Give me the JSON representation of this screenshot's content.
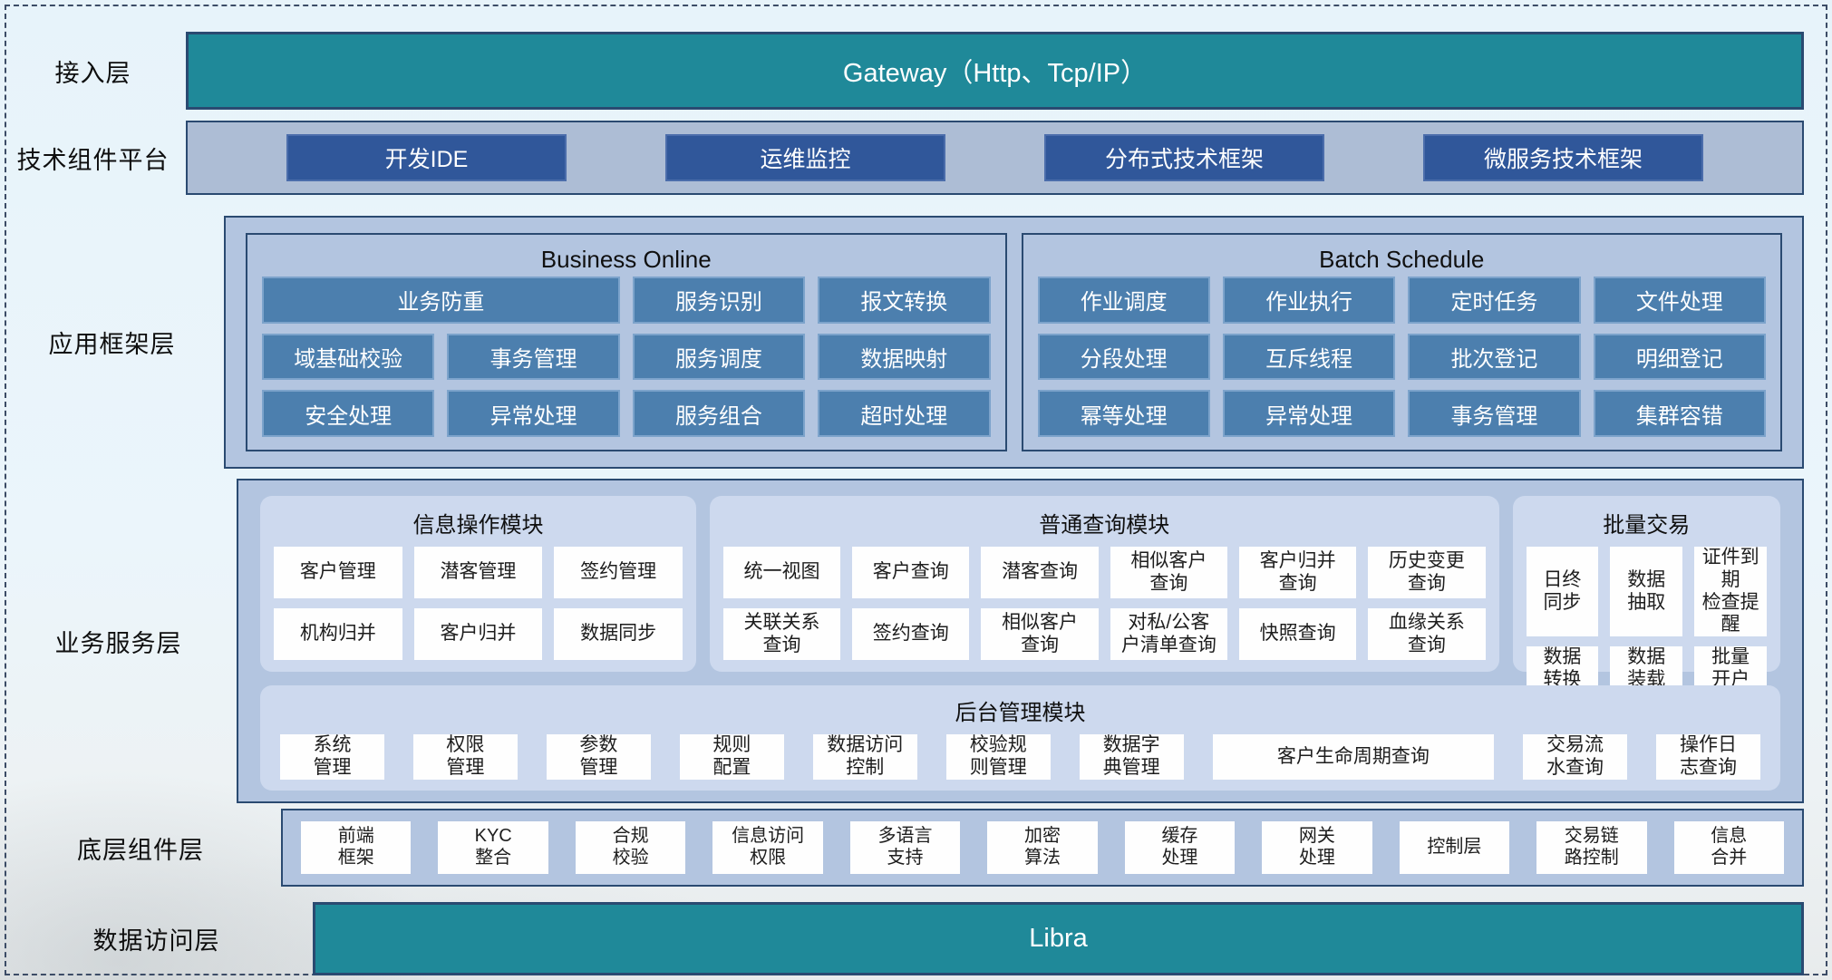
{
  "layers": {
    "access": {
      "gutter_label": "接入层",
      "bar_label": "Gateway（Http、Tcp/IP）"
    },
    "tech_platform": {
      "gutter_label": "技术组件平台",
      "buttons": [
        "开发IDE",
        "运维监控",
        "分布式技术框架",
        "微服务技术框架"
      ]
    },
    "app_framework": {
      "gutter_label": "应用框架层",
      "business_online": {
        "title": "Business Online",
        "items": [
          {
            "label": "业务防重",
            "span": 2
          },
          {
            "label": "服务识别"
          },
          {
            "label": "报文转换"
          },
          {
            "label": "域基础校验"
          },
          {
            "label": "事务管理"
          },
          {
            "label": "服务调度"
          },
          {
            "label": "数据映射"
          },
          {
            "label": "安全处理"
          },
          {
            "label": "异常处理"
          },
          {
            "label": "服务组合"
          },
          {
            "label": "超时处理"
          }
        ]
      },
      "batch_schedule": {
        "title": "Batch Schedule",
        "items": [
          {
            "label": "作业调度"
          },
          {
            "label": "作业执行"
          },
          {
            "label": "定时任务"
          },
          {
            "label": "文件处理"
          },
          {
            "label": "分段处理"
          },
          {
            "label": "互斥线程"
          },
          {
            "label": "批次登记"
          },
          {
            "label": "明细登记"
          },
          {
            "label": "幂等处理"
          },
          {
            "label": "异常处理"
          },
          {
            "label": "事务管理"
          },
          {
            "label": "集群容错"
          }
        ]
      }
    },
    "business_service": {
      "gutter_label": "业务服务层",
      "info_module": {
        "title": "信息操作模块",
        "items": [
          "客户管理",
          "潜客管理",
          "签约管理",
          "机构归并",
          "客户归并",
          "数据同步"
        ]
      },
      "query_module": {
        "title": "普通查询模块",
        "items": [
          "统一视图",
          "客户查询",
          "潜客查询",
          "相似客户\n查询",
          "客户归并\n查询",
          "历史变更\n查询",
          "关联关系\n查询",
          "签约查询",
          "相似客户\n查询",
          "对私/公客\n户清单查询",
          "快照查询",
          "血缘关系\n查询"
        ]
      },
      "batch_module": {
        "title": "批量交易",
        "items": [
          "日终\n同步",
          "数据\n抽取",
          "证件到期\n检查提醒",
          "数据\n转换",
          "数据\n装载",
          "批量\n开户"
        ]
      },
      "admin_module": {
        "title": "后台管理模块",
        "items": [
          "系统\n管理",
          "权限\n管理",
          "参数\n管理",
          "规则\n配置",
          "数据访问\n控制",
          "校验规\n则管理",
          "数据字\n典管理",
          {
            "label": "客户生命周期查询",
            "wide": true
          },
          "交易流\n水查询",
          "操作日\n志查询"
        ]
      }
    },
    "base_components": {
      "gutter_label": "底层组件层",
      "items": [
        "前端\n框架",
        "KYC\n整合",
        "合规\n校验",
        "信息访问\n权限",
        "多语言\n支持",
        "加密\n算法",
        "缓存\n处理",
        "网关\n处理",
        "控制层",
        "交易链\n路控制",
        "信息\n合并"
      ]
    },
    "data_access": {
      "gutter_label": "数据访问层",
      "bar_label": "Libra"
    }
  },
  "colors": {
    "teal": "#1f8999",
    "dark_blue_button": "#30579a",
    "steel_blue_button": "#4c7fae",
    "container_bg": "#b3c5e0",
    "tech_row_bg": "#adbdd5",
    "module_card_bg": "#cdd9ee",
    "border_navy": "#2a4a71",
    "page_bg": "#e8f3fa"
  }
}
